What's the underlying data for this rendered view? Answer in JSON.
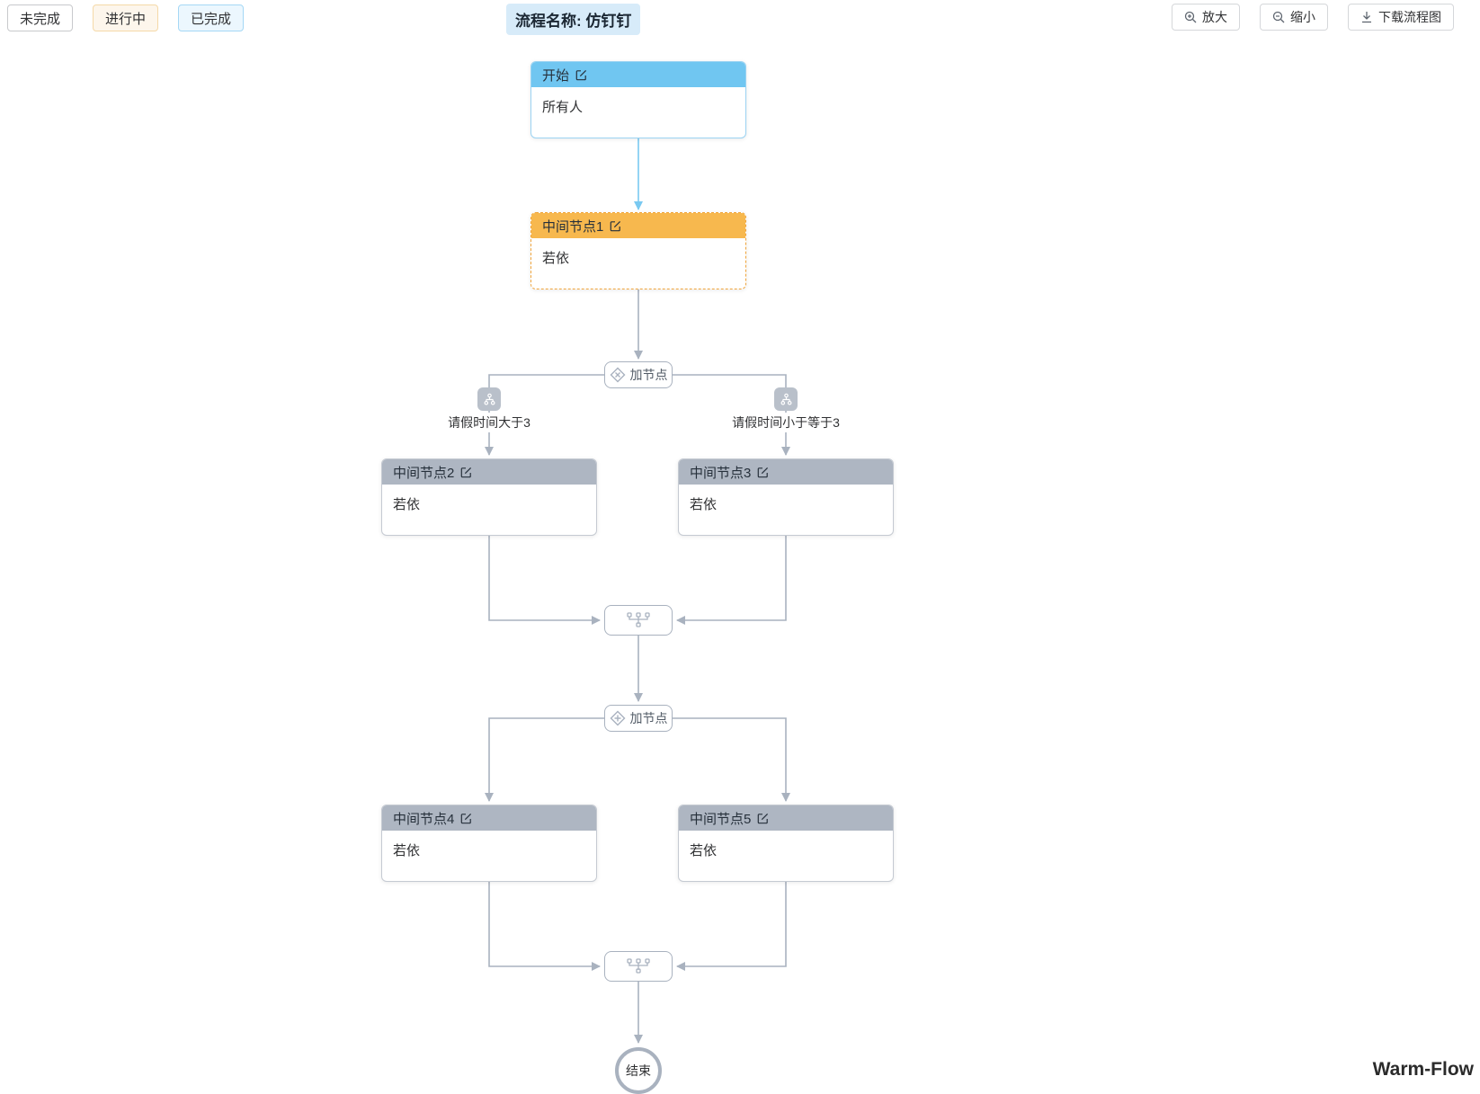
{
  "toolbar": {
    "legend": [
      {
        "label": "未完成",
        "state": "not-started"
      },
      {
        "label": "进行中",
        "state": "in-progress"
      },
      {
        "label": "已完成",
        "state": "completed"
      }
    ],
    "title": "流程名称: 仿钉钉",
    "zoom_in_label": "放大",
    "zoom_out_label": "缩小",
    "download_label": "下载流程图"
  },
  "flow": {
    "nodes": {
      "start": {
        "title": "开始",
        "assignee": "所有人",
        "status": "已完成"
      },
      "mid1": {
        "title": "中间节点1",
        "assignee": "若依",
        "status": "进行中"
      },
      "mid2": {
        "title": "中间节点2",
        "assignee": "若依",
        "status": "未完成"
      },
      "mid3": {
        "title": "中间节点3",
        "assignee": "若依",
        "status": "未完成"
      },
      "mid4": {
        "title": "中间节点4",
        "assignee": "若依",
        "status": "未完成"
      },
      "mid5": {
        "title": "中间节点5",
        "assignee": "若依",
        "status": "未完成"
      },
      "end": {
        "title": "结束"
      }
    },
    "gateways": {
      "exclusive": {
        "label": "加节点"
      },
      "parallel": {
        "label": "加节点"
      }
    },
    "conditions": {
      "left": "请假时间大于3",
      "right": "请假时间小于等于3"
    }
  },
  "watermark": "Warm-Flow",
  "colors": {
    "completed_header": "#70c6f1",
    "in_progress_header": "#f7b84e",
    "not_started_header": "#aeb6c2",
    "connector": "#a9b2bf",
    "connector_active": "#79c9f1",
    "title_bg": "#d7ebf9"
  }
}
